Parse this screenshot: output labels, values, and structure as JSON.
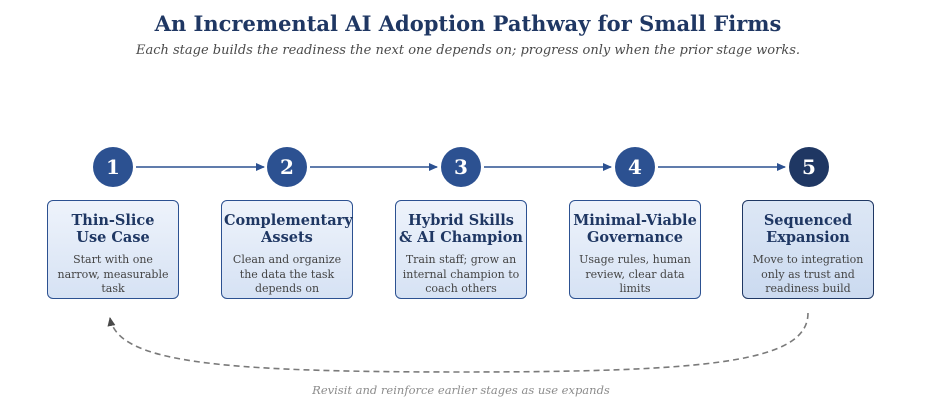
{
  "header": {
    "title": "An Incremental AI Adoption Pathway for Small Firms",
    "subtitle": "Each stage builds the readiness the next one depends on; progress only when the prior stage works."
  },
  "stages": [
    {
      "number": "1",
      "title_line1": "Thin-Slice",
      "title_line2": "Use Case",
      "desc_line1": "Start with one",
      "desc_line2": "narrow, measurable",
      "desc_line3": "task"
    },
    {
      "number": "2",
      "title_line1": "Complementary",
      "title_line2": "Assets",
      "desc_line1": "Clean and organize",
      "desc_line2": "the data the task",
      "desc_line3": "depends on"
    },
    {
      "number": "3",
      "title_line1": "Hybrid Skills",
      "title_line2": "& AI Champion",
      "desc_line1": "Train staff; grow an",
      "desc_line2": "internal champion to",
      "desc_line3": "coach others"
    },
    {
      "number": "4",
      "title_line1": "Minimal-Viable",
      "title_line2": "Governance",
      "desc_line1": "Usage rules, human",
      "desc_line2": "review, clear data",
      "desc_line3": "limits"
    },
    {
      "number": "5",
      "title_line1": "Sequenced",
      "title_line2": "Expansion",
      "desc_line1": "Move to integration",
      "desc_line2": "only as trust and",
      "desc_line3": "readiness build"
    }
  ],
  "feedback_loop": {
    "label": "Revisit and reinforce earlier stages as use expands"
  },
  "colors": {
    "primary": "#2c5191",
    "primary_dark": "#1f3763",
    "card_fill": "#e4ecf8",
    "loop_stroke": "#7a7a7a"
  }
}
